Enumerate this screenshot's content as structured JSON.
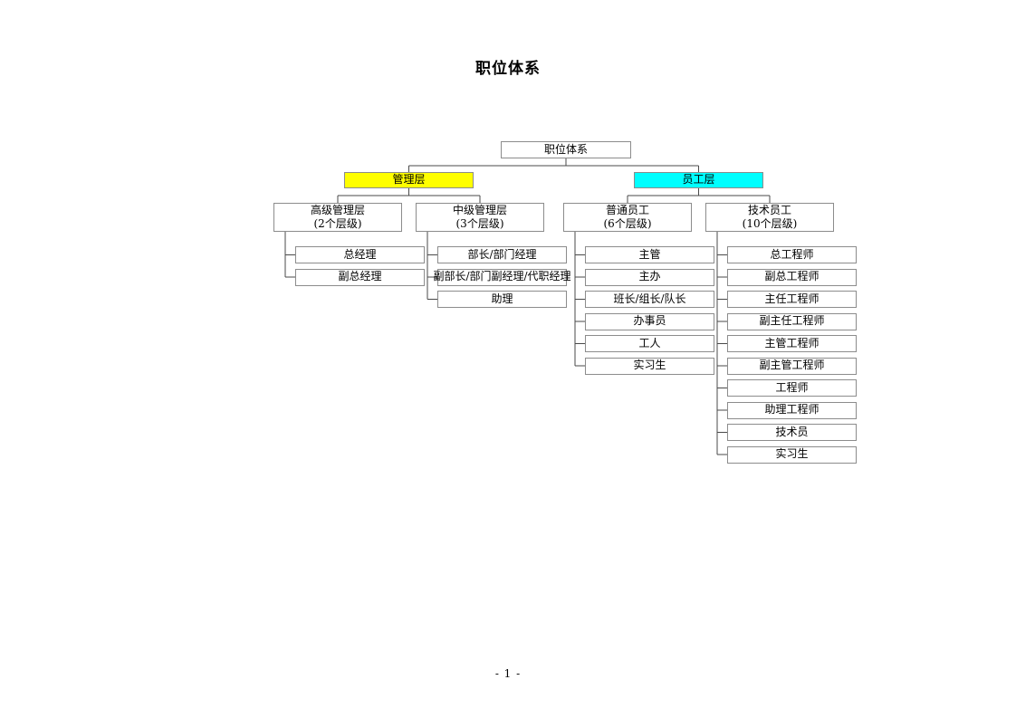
{
  "page": {
    "title": "职位体系",
    "footer": "- 1 -"
  },
  "colors": {
    "management_fill": "#ffff00",
    "staff_fill": "#00ffff",
    "box_border": "#8c8c8c",
    "connector_line": "#4a4a4a"
  },
  "chart": {
    "type": "org-tree",
    "root": {
      "label": "职位体系"
    },
    "groups": [
      {
        "label": "管理层",
        "fill": "#ffff00",
        "columns": [
          {
            "label": "高级管理层",
            "sublabel": "(2个层级)",
            "leaves": [
              "总经理",
              "副总经理"
            ]
          },
          {
            "label": "中级管理层",
            "sublabel": "(3个层级)",
            "leaves": [
              "部长/部门经理",
              "副部长/部门副经理/代职经理",
              "助理"
            ]
          }
        ]
      },
      {
        "label": "员工层",
        "fill": "#00ffff",
        "columns": [
          {
            "label": "普通员工",
            "sublabel": "(6个层级)",
            "leaves": [
              "主管",
              "主办",
              "班长/组长/队长",
              "办事员",
              "工人",
              "实习生"
            ]
          },
          {
            "label": "技术员工",
            "sublabel": "(10个层级)",
            "leaves": [
              "总工程师",
              "副总工程师",
              "主任工程师",
              "副主任工程师",
              "主管工程师",
              "副主管工程师",
              "工程师",
              "助理工程师",
              "技术员",
              "实习生"
            ]
          }
        ]
      }
    ]
  }
}
